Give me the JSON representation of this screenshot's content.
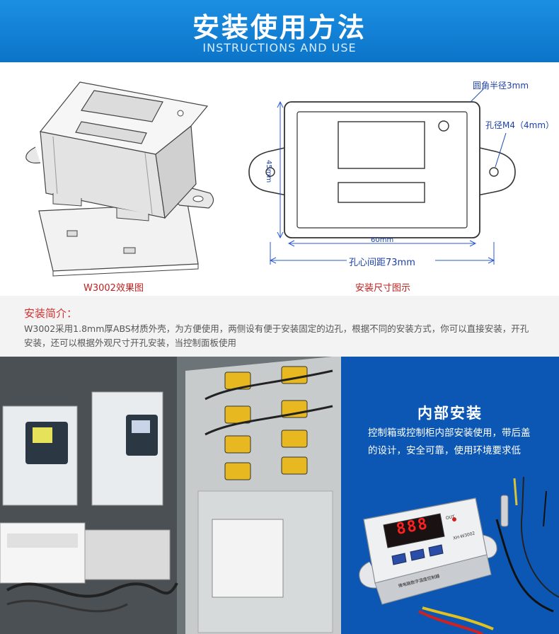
{
  "banner": {
    "title": "安装使用方法",
    "subtitle": "INSTRUCTIONS AND USE"
  },
  "drawings": {
    "left_caption": "W3002效果图",
    "right_caption": "安装尺寸图示",
    "corner_radius_label": "圆角半径3mm",
    "hole_label": "孔径M4（4mm）",
    "height_label": "45mm",
    "width_label": "60mm",
    "hole_spacing_label": "孔心间距73mm"
  },
  "intro": {
    "heading": "安装简介：",
    "body": "W3002采用1.8mm厚ABS材质外壳，为方便使用，两侧设有便于安装固定的边孔，根据不同的安装方式，你可以直接安装，开孔安装，还可以根据外观尺寸开孔安装，当控制面板使用"
  },
  "panel": {
    "title": "内部安装",
    "text": "控制箱或控制柜内部安装使用，带后盖的设计，安全可靠，使用环境要求低",
    "device_display": "888",
    "device_brand": "XH-W3002",
    "device_name": "微电脑数字温度控制器",
    "device_out_label": "OUT"
  },
  "colors": {
    "banner_blue": "#0b74c9",
    "panel_blue": "#0d57b4",
    "caption_red": "#c02020",
    "display_red": "#ff2020"
  }
}
